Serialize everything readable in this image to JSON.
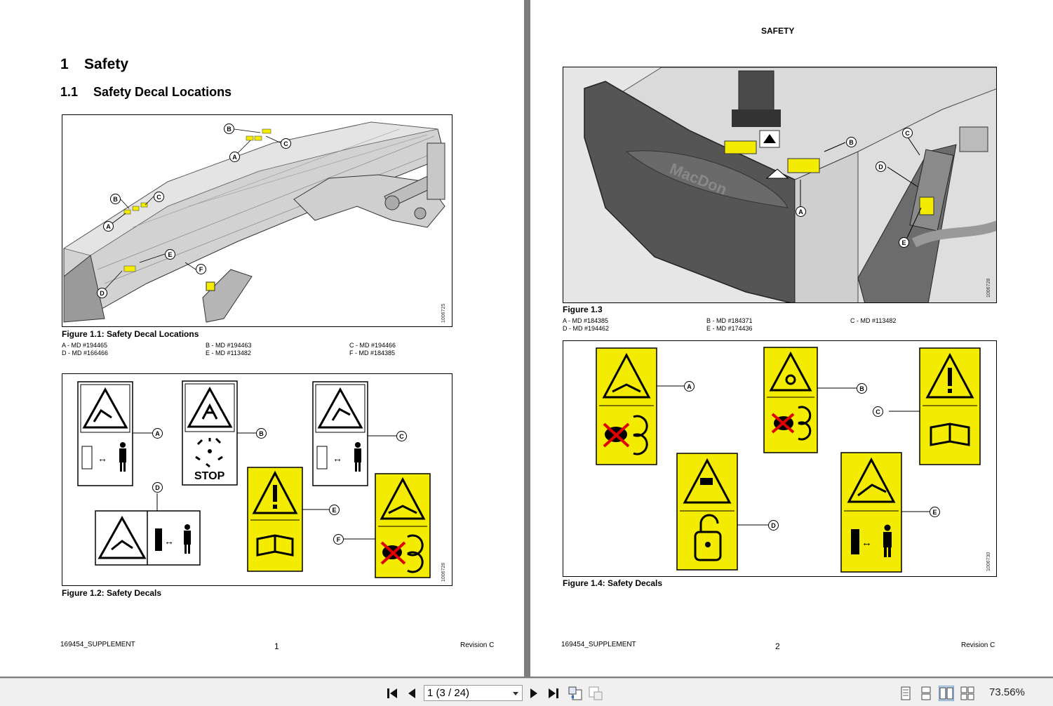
{
  "page1": {
    "chapter_num": "1",
    "chapter_title": "Safety",
    "section_num": "1.1",
    "section_title": "Safety Decal Locations",
    "fig1_caption": "Figure 1.1: Safety Decal Locations",
    "fig1_id": "1006725",
    "fig1_parts": [
      "A - MD #194465",
      "D - MD #166466",
      "B - MD #194463",
      "E - MD #113482",
      "C - MD #194466",
      "F - MD #184385"
    ],
    "fig2_caption": "Figure 1.2: Safety Decals",
    "fig2_id": "1006726",
    "stop_text": "STOP",
    "footer_left": "169454_SUPPLEMENT",
    "footer_page": "1",
    "footer_right": "Revision C"
  },
  "page2": {
    "header": "SAFETY",
    "fig3_caption": "Figure 1.3",
    "fig3_id": "1006728",
    "brand_text": "MacDon",
    "fig3_parts": [
      "A - MD #184385",
      "D - MD #194462",
      "B - MD #184371",
      "E - MD #174436",
      "C - MD #113482"
    ],
    "fig4_caption": "Figure 1.4: Safety Decals",
    "fig4_id": "1006730",
    "footer_left": "169454_SUPPLEMENT",
    "footer_page": "2",
    "footer_right": "Revision C"
  },
  "callouts": [
    "A",
    "B",
    "C",
    "D",
    "E",
    "F"
  ],
  "toolbar": {
    "page_display": "1 (3 / 24)",
    "zoom": "73.56%"
  },
  "colors": {
    "decal_yellow": "#f3ec00",
    "viewer_bg": "#7d7d7d"
  }
}
